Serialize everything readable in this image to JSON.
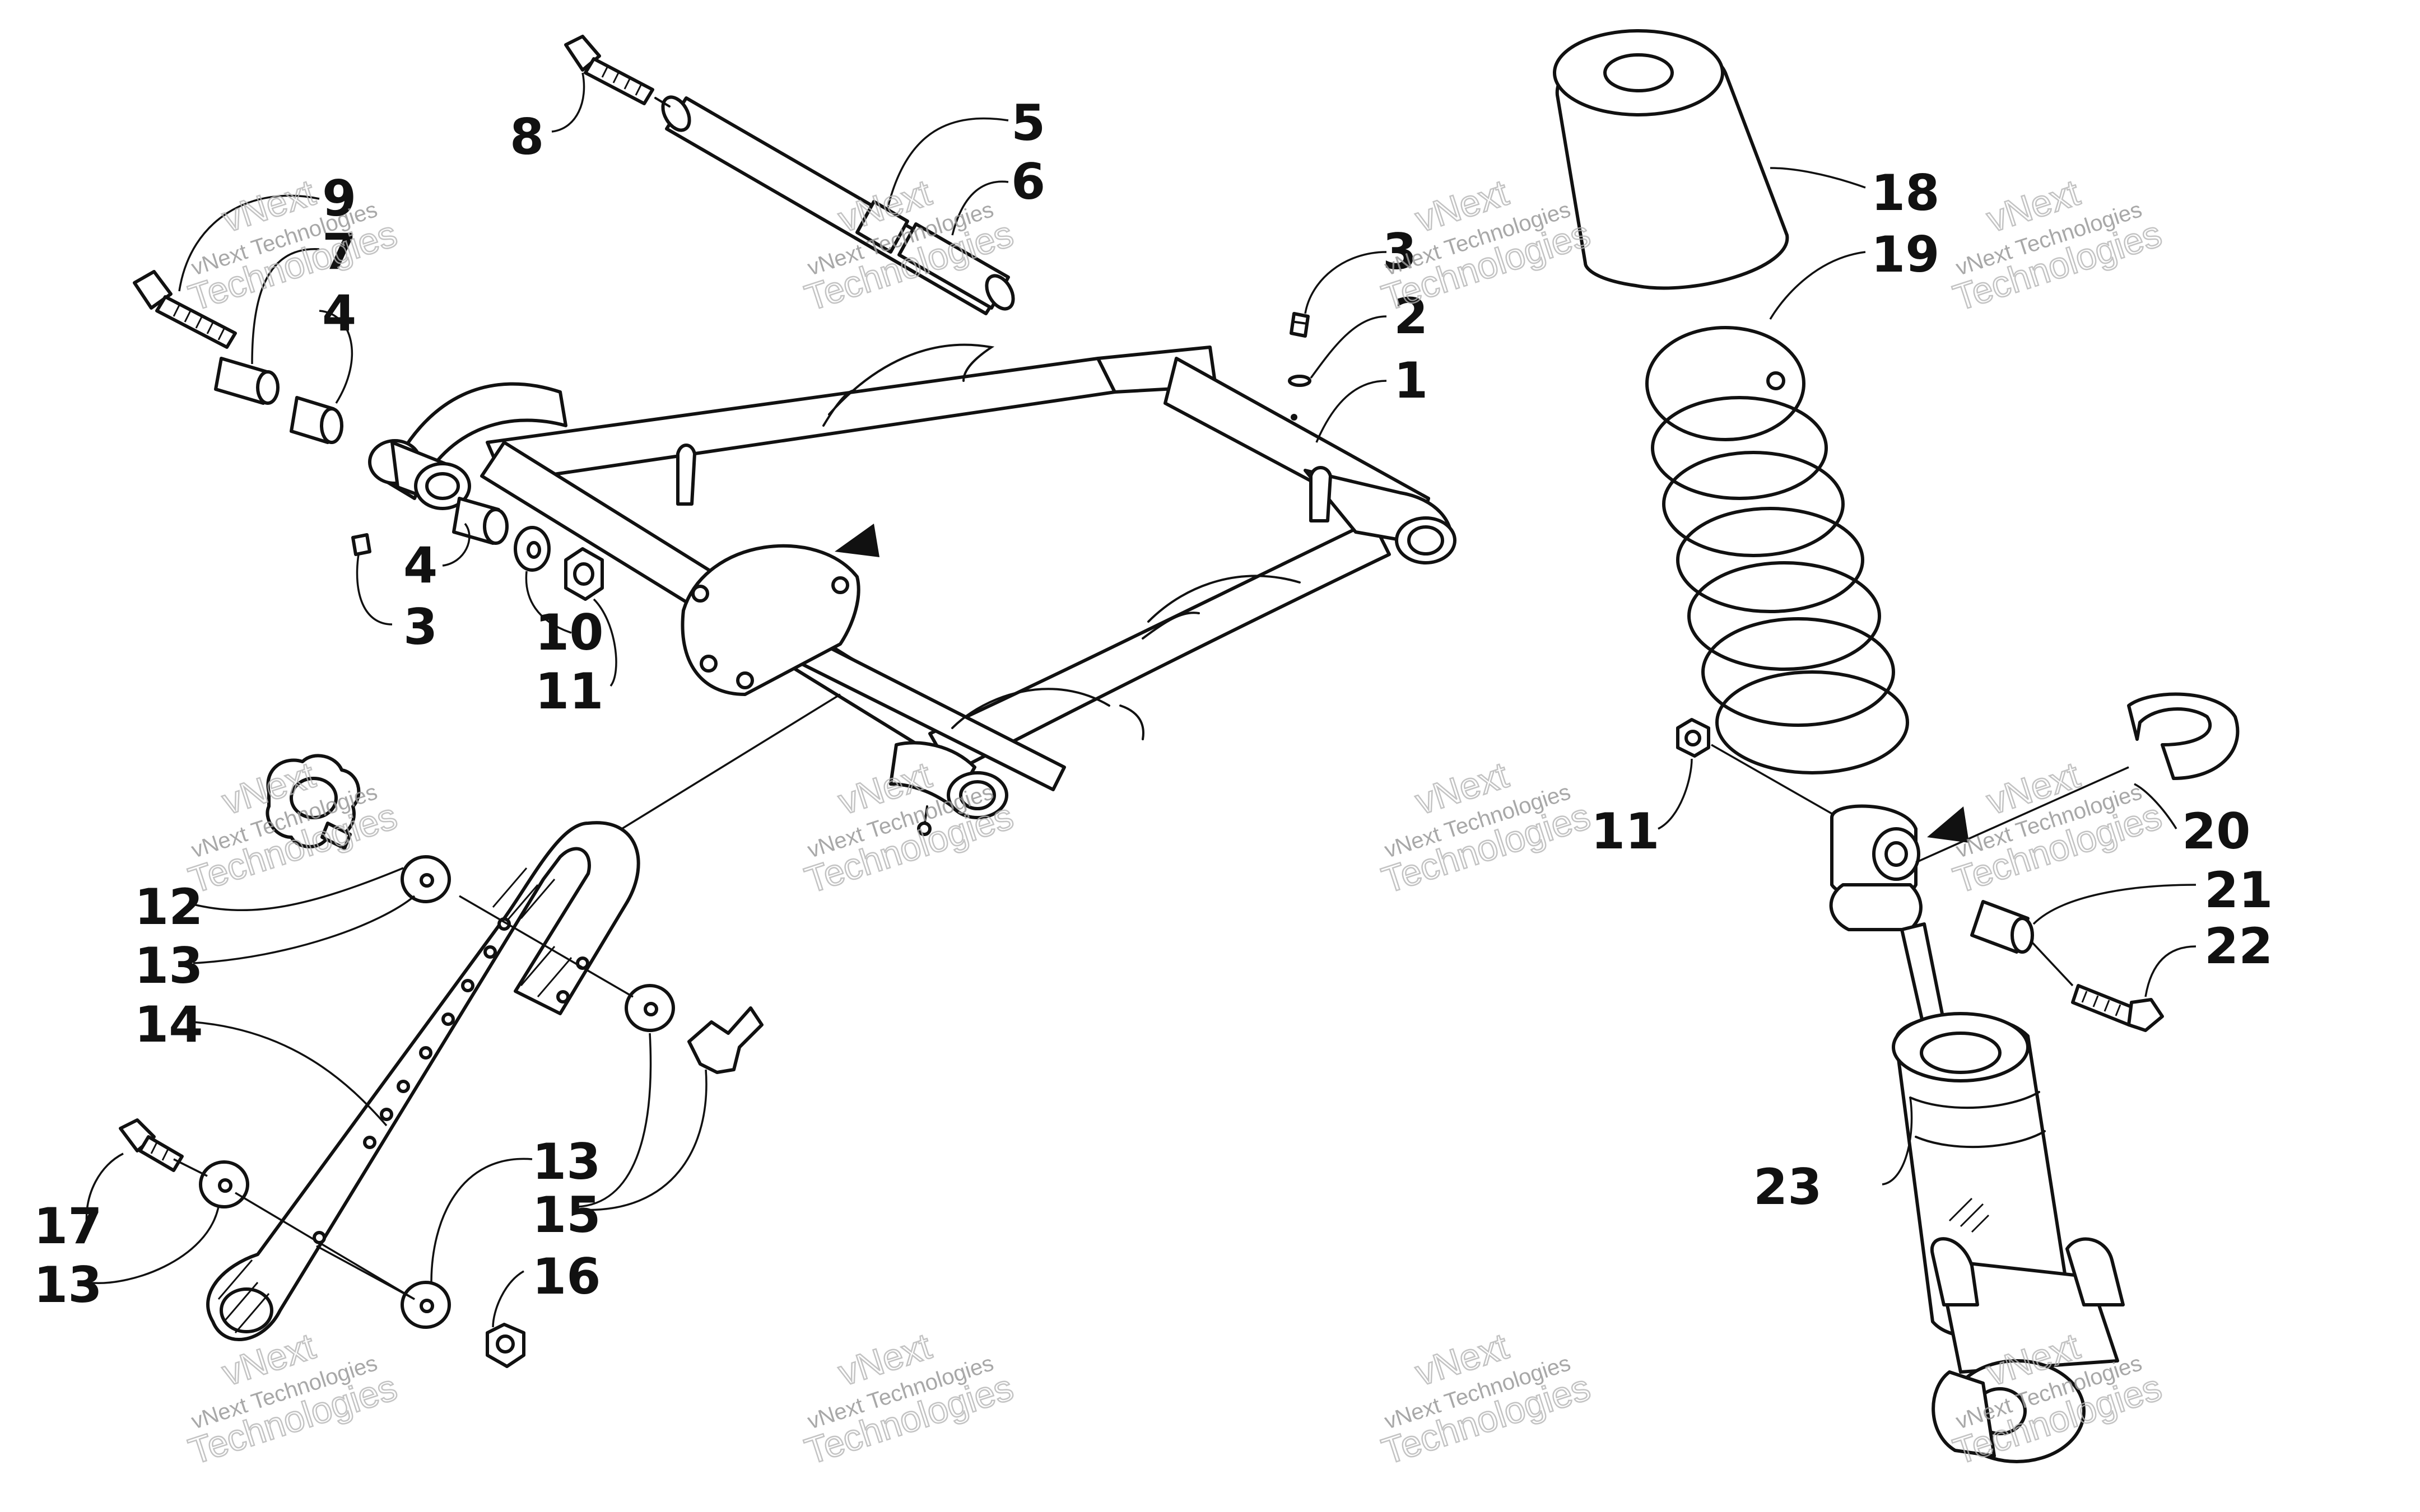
{
  "diagram": {
    "callouts": [
      {
        "id": "c1",
        "label": "1"
      },
      {
        "id": "c2",
        "label": "2"
      },
      {
        "id": "c3a",
        "label": "3"
      },
      {
        "id": "c3b",
        "label": "3"
      },
      {
        "id": "c4a",
        "label": "4"
      },
      {
        "id": "c4b",
        "label": "4"
      },
      {
        "id": "c5",
        "label": "5"
      },
      {
        "id": "c6",
        "label": "6"
      },
      {
        "id": "c7",
        "label": "7"
      },
      {
        "id": "c8",
        "label": "8"
      },
      {
        "id": "c9",
        "label": "9"
      },
      {
        "id": "c10",
        "label": "10"
      },
      {
        "id": "c11a",
        "label": "11"
      },
      {
        "id": "c11b",
        "label": "11"
      },
      {
        "id": "c12",
        "label": "12"
      },
      {
        "id": "c13a",
        "label": "13"
      },
      {
        "id": "c13b",
        "label": "13"
      },
      {
        "id": "c13c",
        "label": "13"
      },
      {
        "id": "c14",
        "label": "14"
      },
      {
        "id": "c15",
        "label": "15"
      },
      {
        "id": "c16",
        "label": "16"
      },
      {
        "id": "c17",
        "label": "17"
      },
      {
        "id": "c18",
        "label": "18"
      },
      {
        "id": "c19",
        "label": "19"
      },
      {
        "id": "c20",
        "label": "20"
      },
      {
        "id": "c21",
        "label": "21"
      },
      {
        "id": "c22",
        "label": "22"
      },
      {
        "id": "c23",
        "label": "23"
      }
    ]
  },
  "watermark": {
    "brand": "vNext",
    "company": "vNext Technologies",
    "word": "Technologies"
  }
}
